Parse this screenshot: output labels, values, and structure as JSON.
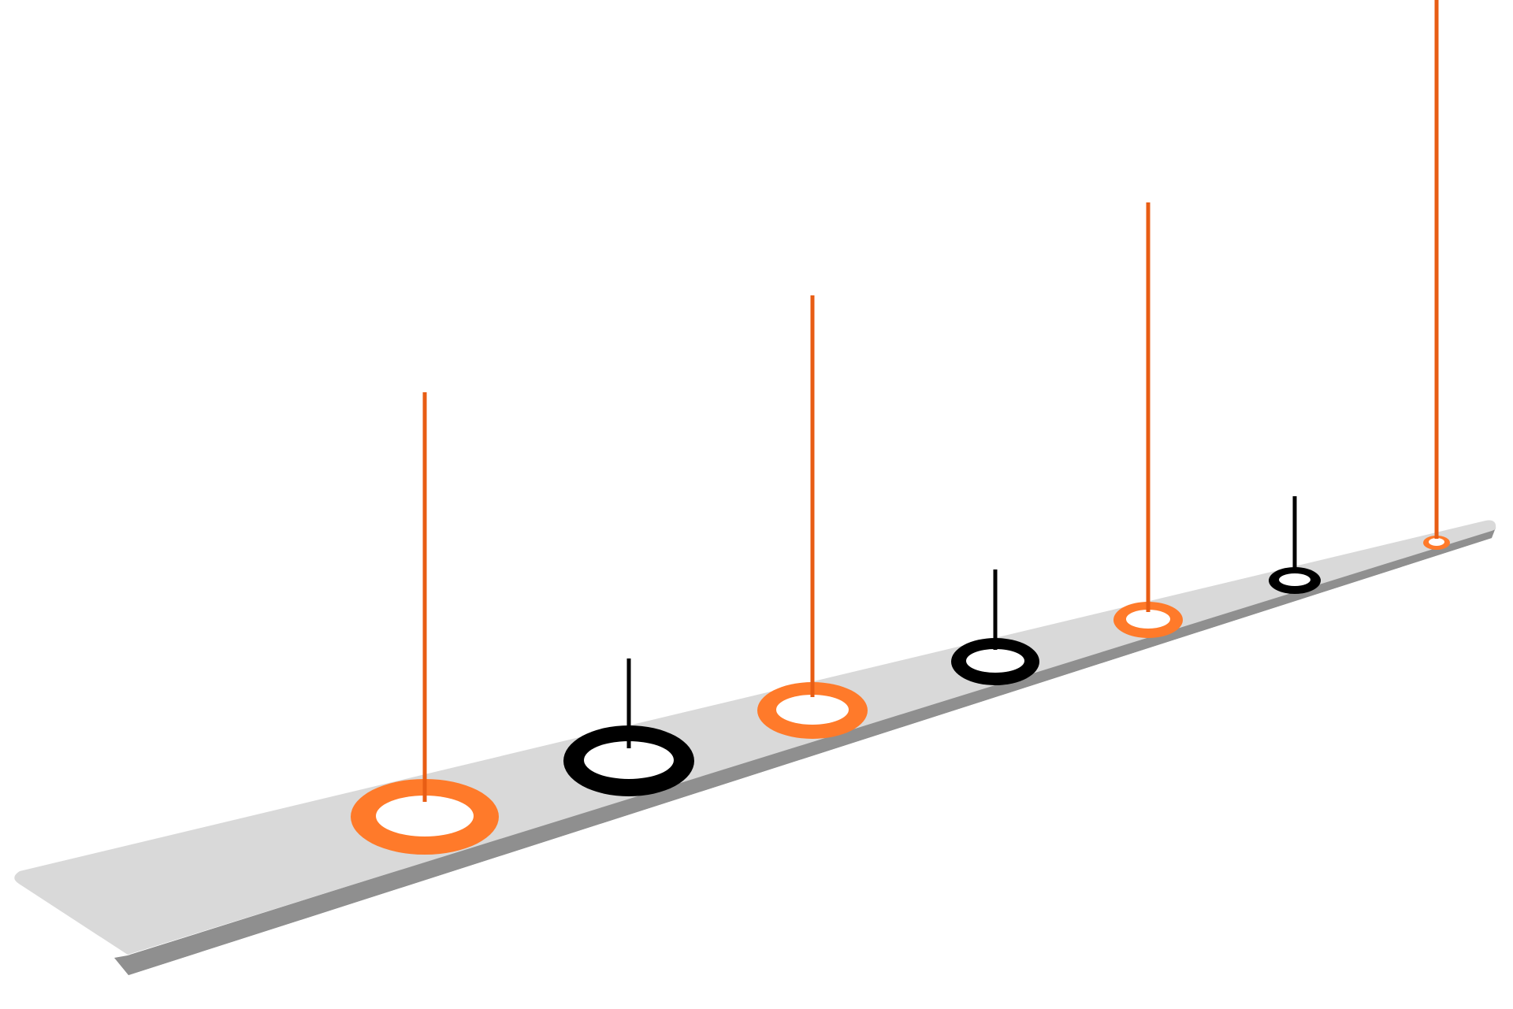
{
  "colors": {
    "background": "#ffffff",
    "board_top": "#d9d9d9",
    "board_side": "#8f8f8f",
    "orange_ring": "#ff7a2a",
    "orange_pole": "#e85d14",
    "black": "#000000",
    "ring_hole": "#ffffff"
  },
  "markers": [
    {
      "id": "marker-1",
      "color": "orange",
      "size": "large"
    },
    {
      "id": "marker-2",
      "color": "black",
      "size": "large"
    },
    {
      "id": "marker-3",
      "color": "orange",
      "size": "medium"
    },
    {
      "id": "marker-4",
      "color": "black",
      "size": "medium"
    },
    {
      "id": "marker-5",
      "color": "orange",
      "size": "small"
    },
    {
      "id": "marker-6",
      "color": "black",
      "size": "small"
    },
    {
      "id": "marker-7",
      "color": "orange",
      "size": "tiny"
    }
  ]
}
